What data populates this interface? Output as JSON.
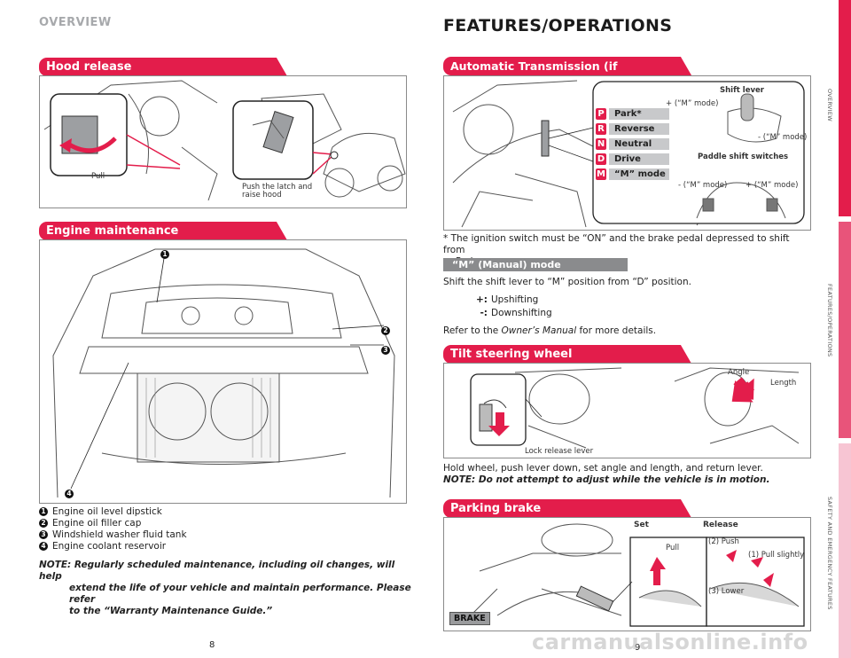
{
  "left_page": {
    "header": "OVERVIEW",
    "hood": {
      "title": "Hood release",
      "pull_label": "Pull",
      "push_label_1": "Push the latch and",
      "push_label_2": "raise hood"
    },
    "engine": {
      "title": "Engine maintenance",
      "callouts": [
        "1",
        "2",
        "3",
        "4"
      ],
      "items": [
        {
          "num": "1",
          "label": "Engine oil level dipstick"
        },
        {
          "num": "2",
          "label": "Engine oil filler cap"
        },
        {
          "num": "3",
          "label": "Windshield washer fluid tank"
        },
        {
          "num": "4",
          "label": "Engine coolant reservoir"
        }
      ],
      "note_line1": "NOTE: Regularly scheduled maintenance, including oil changes, will help",
      "note_line2": "extend the life of your vehicle and maintain performance. Please refer",
      "note_line3": "to the “Warranty Maintenance Guide.”"
    },
    "page_number": "8"
  },
  "right_page": {
    "header": "FEATURES/OPERATIONS",
    "transmission": {
      "title": "Automatic Transmission (if equipped)",
      "gears": [
        {
          "letter": "P",
          "label": "Park*"
        },
        {
          "letter": "R",
          "label": "Reverse"
        },
        {
          "letter": "N",
          "label": "Neutral"
        },
        {
          "letter": "D",
          "label": "Drive"
        },
        {
          "letter": "M",
          "label": "“M” mode"
        }
      ],
      "shift_lever_label": "Shift lever",
      "plus_m": "+ (“M” mode)",
      "minus_m": "- (“M” mode)",
      "paddle_label": "Paddle shift switches",
      "paddle_minus": "- (“M” mode)",
      "paddle_plus": "+ (“M” mode)",
      "footnote_line1": "* The ignition switch must be “ON” and the brake pedal depressed to shift from",
      "footnote_line2": "Park."
    },
    "manual_mode": {
      "title": "“M” (Manual) mode",
      "text": "Shift the shift lever to “M” position from “D” position.",
      "plus_key": "+:",
      "plus_val": "Upshifting",
      "minus_key": "-:",
      "minus_val": "Downshifting",
      "refer_pre": "Refer to the ",
      "refer_italic": "Owner’s Manual",
      "refer_post": " for more details."
    },
    "tilt": {
      "title": "Tilt steering wheel",
      "lock_label": "Lock release lever",
      "angle_label": "Angle",
      "length_label": "Length",
      "text": "Hold wheel, push lever down, set angle and length, and return lever.",
      "note": "NOTE: Do not attempt to adjust while the vehicle is in motion."
    },
    "parking": {
      "title": "Parking brake",
      "set_label": "Set",
      "release_label": "Release",
      "pull_label": "Pull",
      "push_label": "(2) Push",
      "pull_slightly_label": "(1) Pull slightly",
      "lower_label": "(3) Lower",
      "brake_badge": "BRAKE"
    },
    "page_number": "9"
  },
  "side_tabs": {
    "overview": "OVERVIEW",
    "features": "FEATURES/OPERATIONS",
    "safety": "SAFETY AND EMERGENCY FEATURES"
  },
  "watermark": "carmanualsonline.info",
  "colors": {
    "accent": "#e31d4b",
    "gray_bar": "#8a8b8d",
    "gear_bg": "#c8c9cb"
  }
}
